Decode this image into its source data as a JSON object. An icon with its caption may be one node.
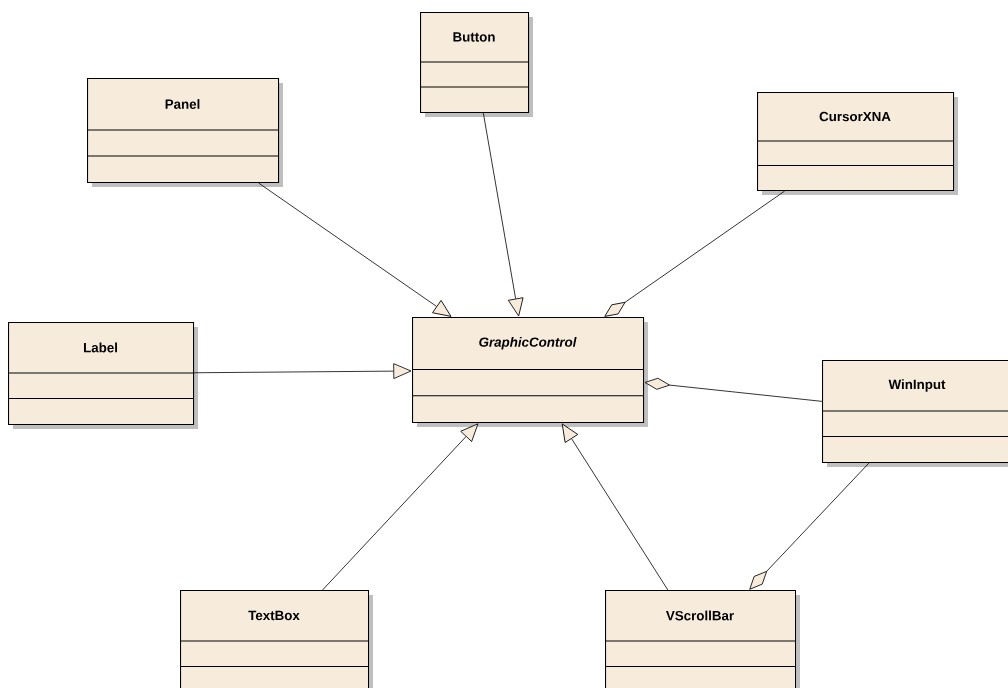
{
  "diagram": {
    "nodes": [
      {
        "text": [
          "Button"
        ]
      },
      {
        "text": [
          "Panel"
        ]
      },
      {
        "text": [
          "CursorXNA"
        ]
      },
      {
        "text": [
          "Label"
        ]
      },
      {
        "text": [
          "GraphicControl"
        ]
      },
      {
        "text": [
          "WinInput"
        ]
      },
      {
        "text": [
          "TextBox"
        ]
      },
      {
        "text": [
          "VScrollBar"
        ]
      }
    ],
    "edges": [
      {
        "from": 0,
        "to": 4,
        "arrow": "to"
      },
      {
        "from": 1,
        "to": 4,
        "arrow": "to"
      },
      {
        "from": 2,
        "to": 4,
        "arrow": "other"
      },
      {
        "from": 3,
        "to": 4,
        "arrow": "to"
      },
      {
        "from": 5,
        "to": 4,
        "arrow": "other"
      },
      {
        "from": 6,
        "to": 4,
        "arrow": "to"
      },
      {
        "from": 7,
        "to": 4,
        "arrow": "to"
      },
      {
        "from": 5,
        "to": 7,
        "arrow": "other"
      }
    ]
  }
}
